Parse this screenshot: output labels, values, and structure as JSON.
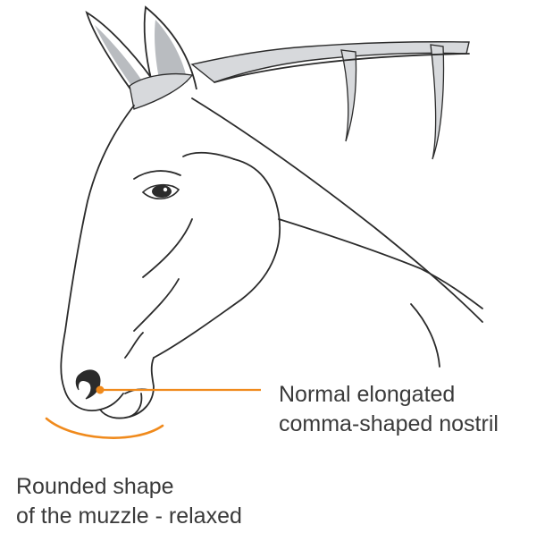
{
  "callouts": {
    "nostril": {
      "lines": [
        "Normal elongated",
        "comma-shaped nostril"
      ]
    },
    "muzzle": {
      "lines": [
        "Rounded shape",
        "of the muzzle - relaxed"
      ]
    }
  },
  "colors": {
    "outline": "#2b2b2b",
    "ear_fill": "#b9bcc0",
    "mane_fill": "#d7d9dc",
    "accent": "#f08a1c",
    "text": "#3a3a3a"
  }
}
